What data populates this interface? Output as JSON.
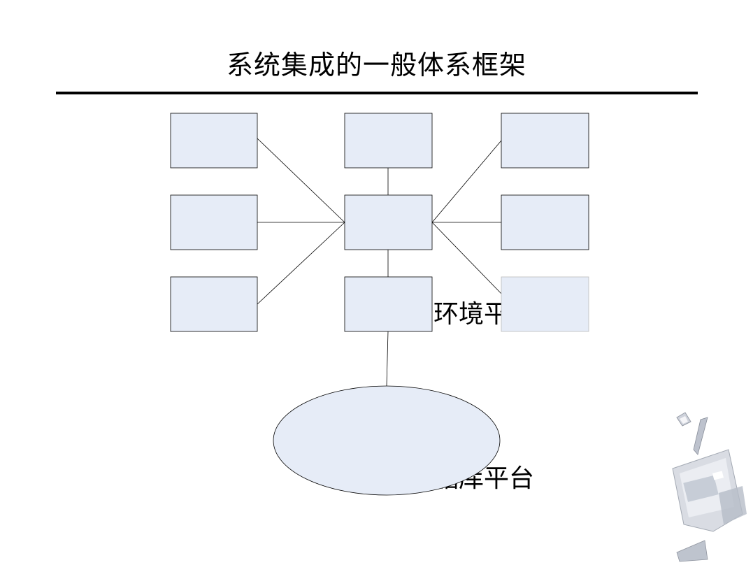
{
  "slide": {
    "title": "系统集成的一般体系框架"
  },
  "diagram": {
    "labels": {
      "env_platform_partial": "环境平",
      "db_platform_partial": "据库平台"
    },
    "colors": {
      "box_fill": "#e6ecf7",
      "stroke": "#000000"
    }
  }
}
